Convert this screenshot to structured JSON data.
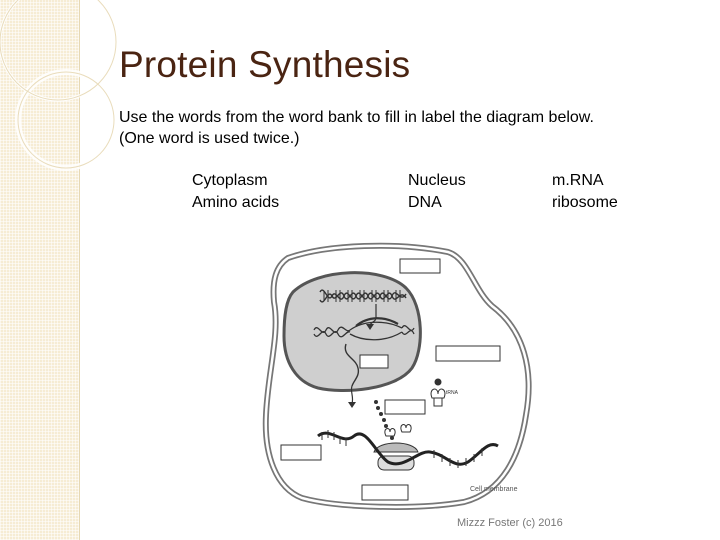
{
  "slide": {
    "title": "Protein Synthesis",
    "instructions": [
      "Use the words from the word bank to fill in label the diagram below.",
      "(One word is used twice.)"
    ],
    "word_bank": [
      [
        "Cytoplasm",
        "Amino acids"
      ],
      [
        "Nucleus",
        "DNA"
      ],
      [
        "m.RNA",
        "ribosome"
      ]
    ],
    "footer": "Mizzz Foster (c) 2016"
  },
  "diagram": {
    "membrane_label": "Cell membrane",
    "trna_label": "tRNA",
    "blank_boxes": 6
  },
  "colors": {
    "title": "#4a2412",
    "side_panel": "#f6ecd4"
  }
}
